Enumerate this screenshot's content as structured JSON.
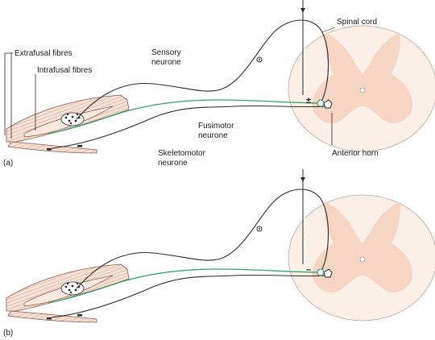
{
  "labels": {
    "extrafusal": "Extrafusal fibres",
    "intrafusal": "Intrafusal fibres",
    "sensory_1": "Sensory",
    "sensory_2": "neurone",
    "spinal_cord": "Spinal cord",
    "fusimotor_1": "Fusimotor",
    "fusimotor_2": "neurone",
    "skeletomotor_1": "Skeletomotor",
    "skeletomotor_2": "neurone",
    "anterior_horn": "Anterior horn"
  },
  "panels": [
    {
      "id": "a",
      "label": "(a)",
      "symbol": "±"
    },
    {
      "id": "b",
      "label": "(b)",
      "symbol": "–"
    }
  ],
  "colors": {
    "white_matter": "#faf0e8",
    "grey_matter": "#f6d6c2",
    "muscle_fill": "#f7e0d6",
    "muscle_stripe": "#c9a59a",
    "fusimotor": "#3aa36a",
    "outline": "#2a2a2a"
  }
}
